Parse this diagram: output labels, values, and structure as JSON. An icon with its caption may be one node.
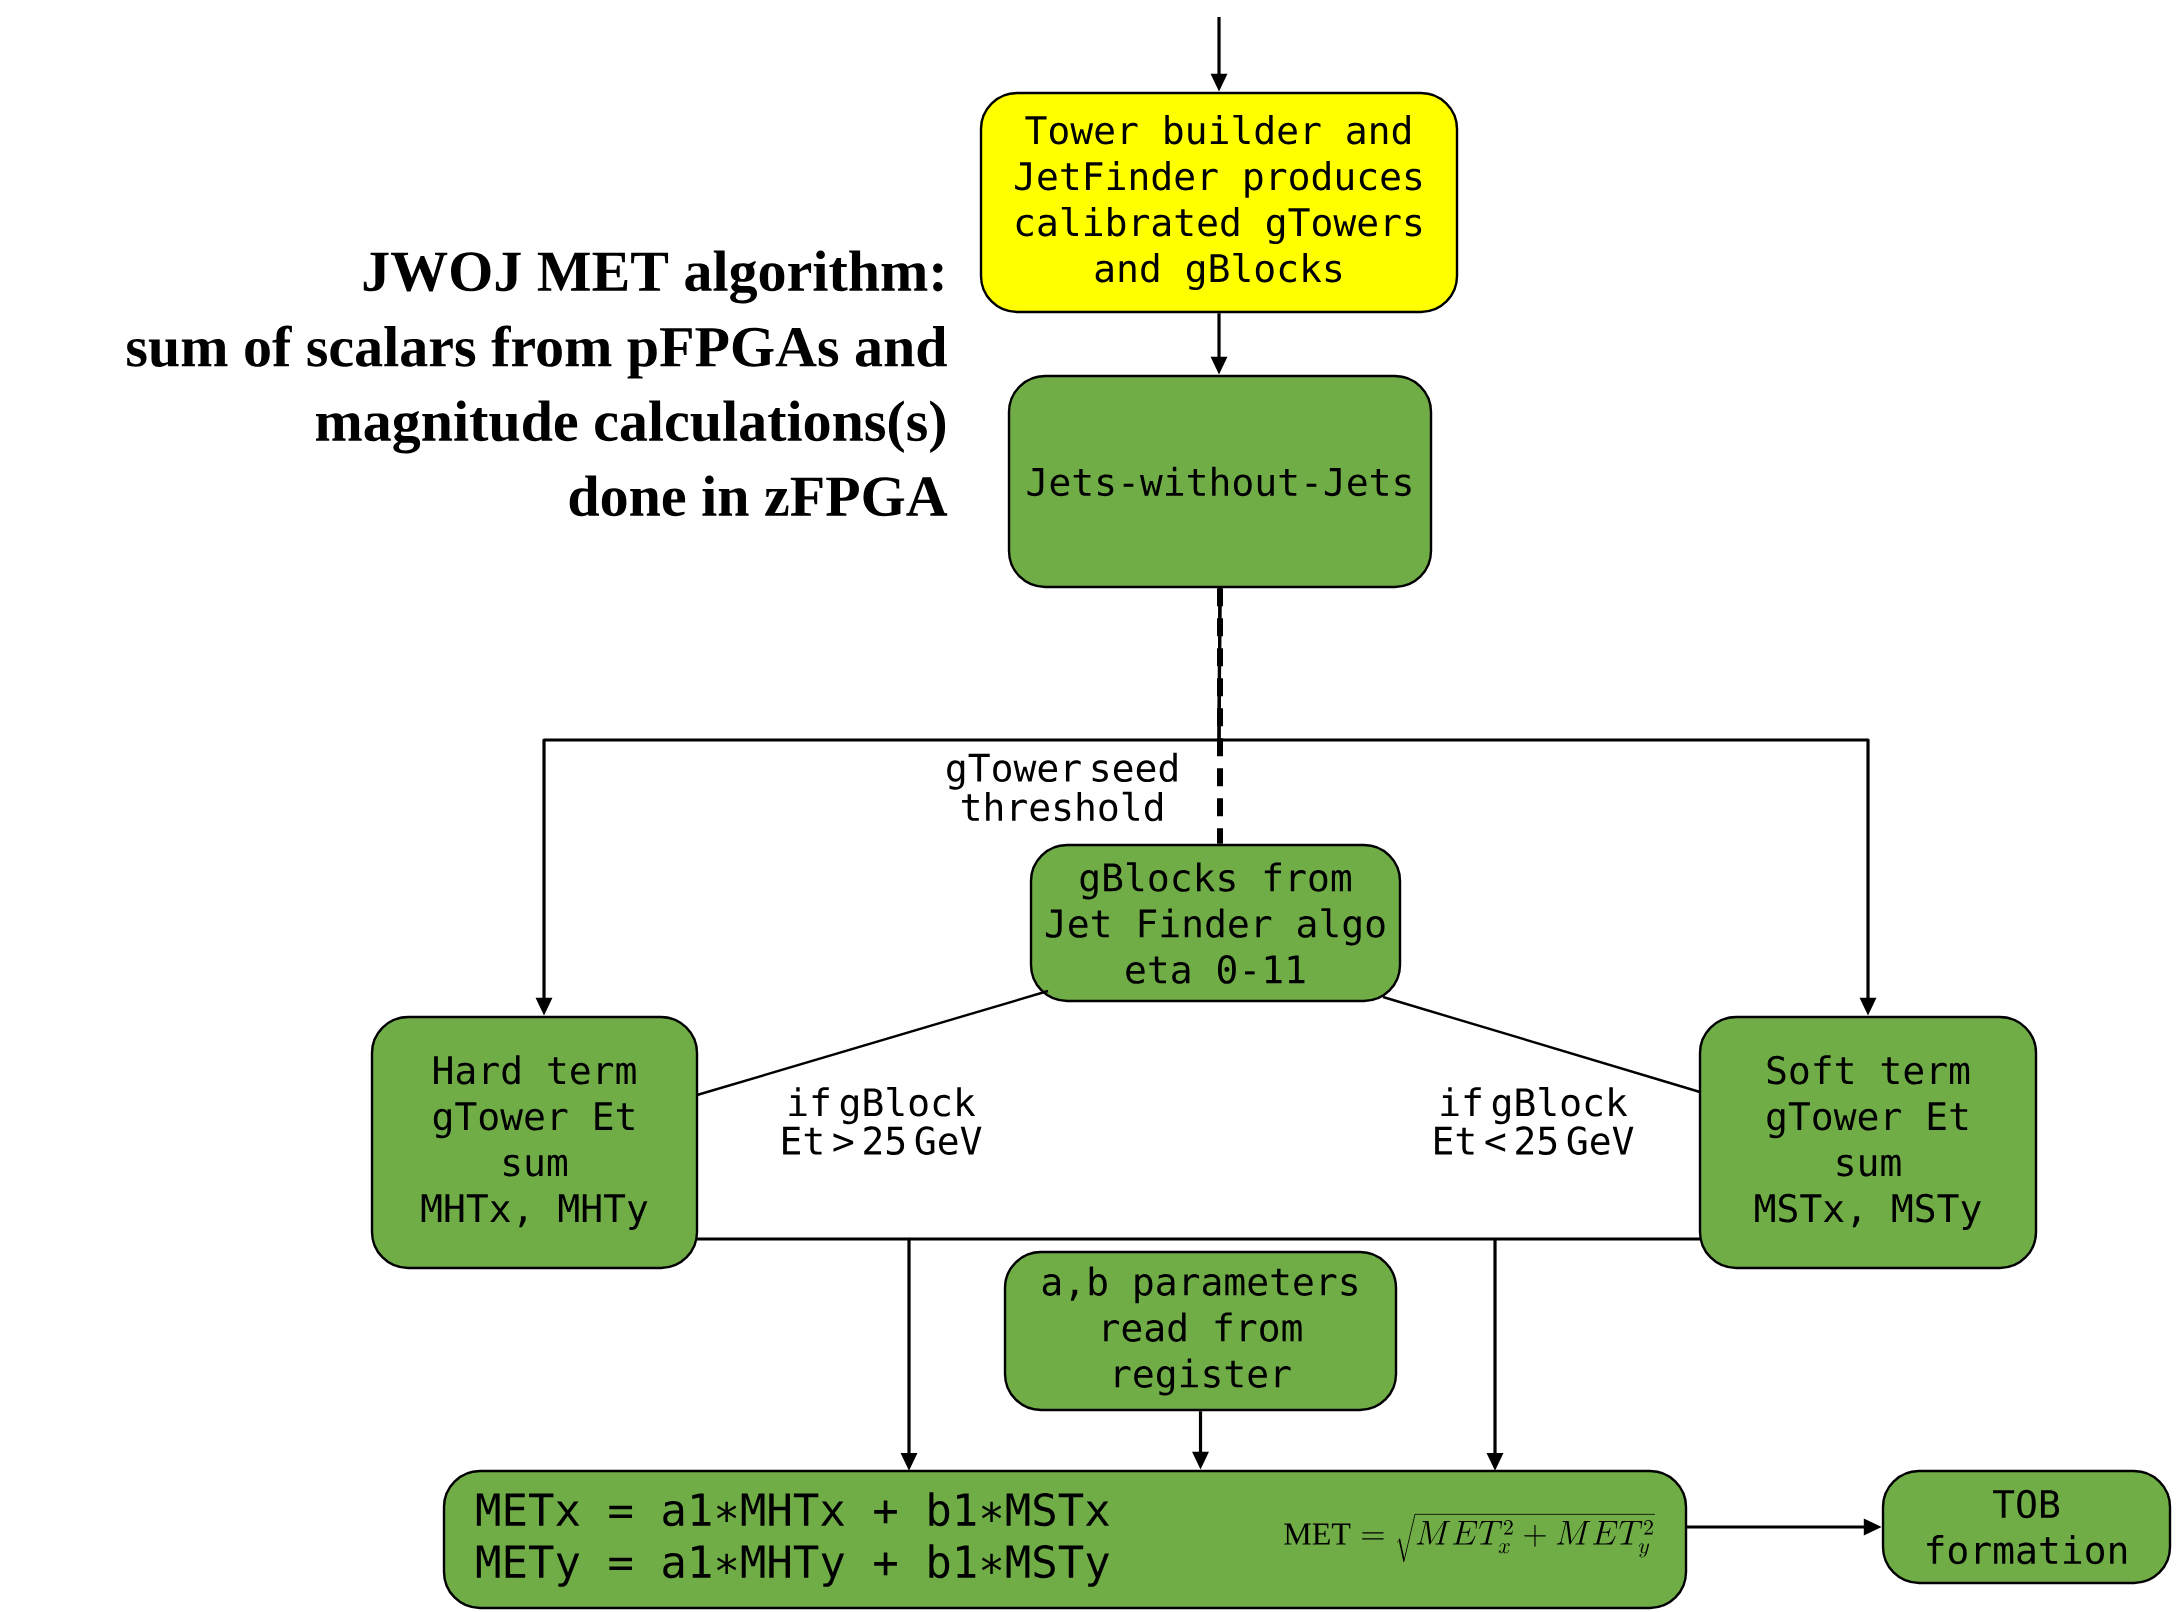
{
  "diagram": {
    "title": "JWOJ MET algorithm:",
    "nodes": [
      {
        "text": [
          "Tower builder and JetFinder produces calibrated gTowers and gBlocks"
        ]
      },
      {
        "text": [
          "Jets-without-Jets"
        ]
      },
      {
        "text": [
          "gBlocks from Jet Finder algo eta 0-11"
        ]
      },
      {
        "text": [
          "Hard term gTower Et sum",
          "MHTx, MHTy"
        ]
      },
      {
        "text": [
          "Soft term gTower Et sum",
          "MSTx, MSTy"
        ]
      },
      {
        "text": [
          "a,b parameters read from register"
        ]
      },
      {
        "text": [
          "METx = a1∗MHTx + b1∗MSTx",
          "METy = a1∗MHTy + b1∗MSTy",
          "\\mathrm{MET}=\\sqrt{MET_x^2+MET_y^2}"
        ]
      },
      {
        "text": [
          "TOB formation"
        ]
      }
    ],
    "edges": [
      {
        "from": null,
        "to": 0,
        "arrow": "to"
      },
      {
        "from": 0,
        "to": 1,
        "arrow": "to"
      },
      {
        "from": 1,
        "to": 2,
        "arrow": "none",
        "style": "dashed",
        "label": "gTower seed threshold"
      },
      {
        "from": 1,
        "to": 3,
        "arrow": "to"
      },
      {
        "from": 1,
        "to": 4,
        "arrow": "to"
      },
      {
        "from": 2,
        "to": 3,
        "arrow": "none",
        "label": "if gBlock Et > 25 GeV"
      },
      {
        "from": 2,
        "to": 4,
        "arrow": "none",
        "label": "if gBlock Et < 25 GeV"
      },
      {
        "from": 3,
        "to": 6,
        "arrow": "to"
      },
      {
        "from": 4,
        "to": 6,
        "arrow": "to"
      },
      {
        "from": 5,
        "to": 6,
        "arrow": "to"
      },
      {
        "from": 6,
        "to": 7,
        "arrow": "to"
      }
    ],
    "labels": [
      "sum of scalars from pFPGAs and",
      "magnitude calculations(s)",
      "done in zFPGA"
    ]
  }
}
